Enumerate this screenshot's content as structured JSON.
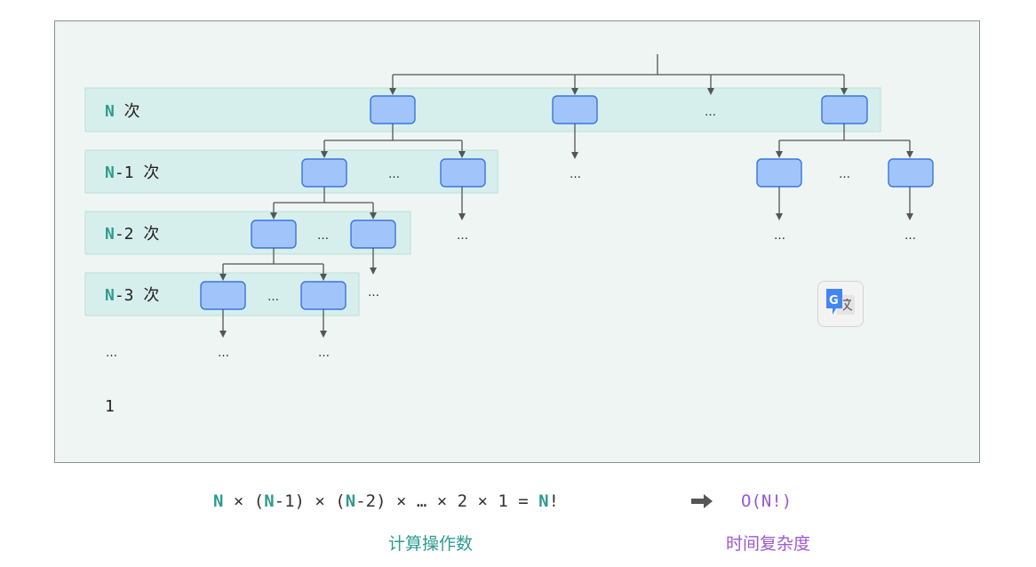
{
  "levels": [
    {
      "n": "N",
      "rest": " 次"
    },
    {
      "n": "N",
      "rest": "-1 次"
    },
    {
      "n": "N",
      "rest": "-2 次"
    },
    {
      "n": "N",
      "rest": "-3 次"
    }
  ],
  "ellipsis": "…",
  "last_level": "1",
  "formula": {
    "n1": "N",
    "t1": " × (",
    "n2": "N",
    "t2": "-1) × (",
    "n3": "N",
    "t3": "-2) × … × 2 × 1 = ",
    "n4": "N",
    "t4": "!"
  },
  "complexity": "O(N!)",
  "caption_ops": "计算操作数",
  "caption_time": "时间复杂度",
  "colors": {
    "band": "#d7efec",
    "node_fill": "#a1c5fb",
    "node_stroke": "#3b74db",
    "teal": "#2f9b90",
    "purple": "#9b59d0"
  },
  "icons": [
    "arrow-right-icon",
    "translate-icon"
  ]
}
